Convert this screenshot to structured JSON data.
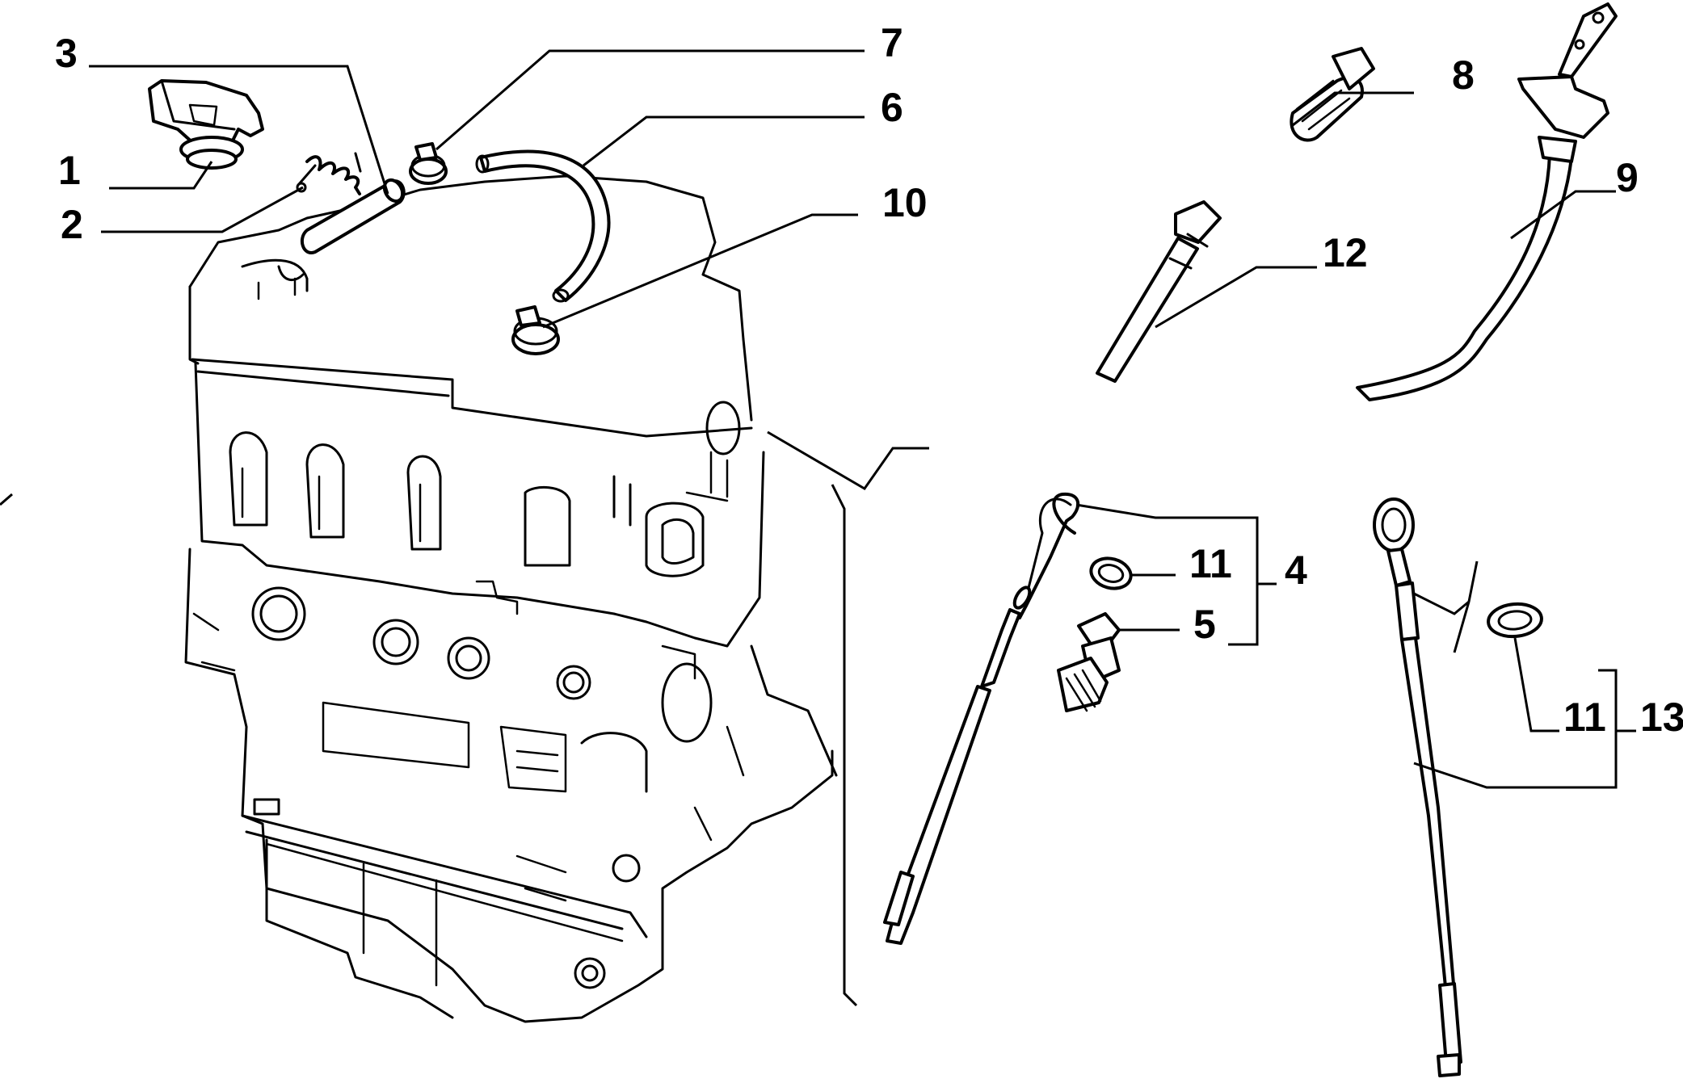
{
  "diagram": {
    "callouts": [
      {
        "id": "c1",
        "label": "1"
      },
      {
        "id": "c2",
        "label": "2"
      },
      {
        "id": "c3",
        "label": "3"
      },
      {
        "id": "c4",
        "label": "4"
      },
      {
        "id": "c5",
        "label": "5"
      },
      {
        "id": "c6",
        "label": "6"
      },
      {
        "id": "c7",
        "label": "7"
      },
      {
        "id": "c8",
        "label": "8"
      },
      {
        "id": "c9",
        "label": "9"
      },
      {
        "id": "c10",
        "label": "10"
      },
      {
        "id": "c11a",
        "label": "11"
      },
      {
        "id": "c11b",
        "label": "11"
      },
      {
        "id": "c12",
        "label": "12"
      },
      {
        "id": "c13",
        "label": "13"
      }
    ]
  }
}
